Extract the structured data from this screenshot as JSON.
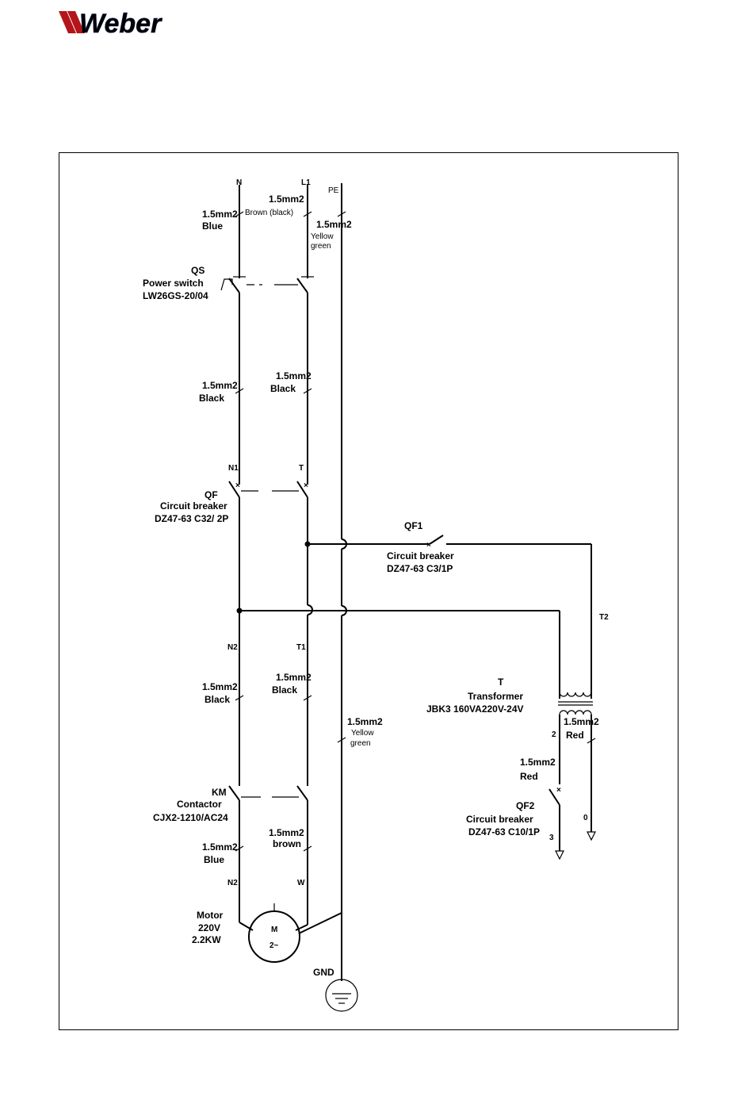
{
  "brand": {
    "name": "Weber"
  },
  "diagram": {
    "terminals": {
      "n": "N",
      "l1": "L1",
      "pe": "PE",
      "n1": "N1",
      "t": "T",
      "n2_top": "N2",
      "t1": "T1",
      "t2": "T2",
      "n2_bottom": "N2",
      "w": "W",
      "num2": "2",
      "num3": "3",
      "num0": "0"
    },
    "wires": {
      "n_in": [
        "1.5mm2",
        "Blue"
      ],
      "l1_in": [
        "1.5mm2",
        "Brown  (black)"
      ],
      "pe_in": [
        "1.5mm2",
        "Yellow",
        "green"
      ],
      "n_qs": [
        "1.5mm2",
        "Black"
      ],
      "l_qs": [
        "1.5mm2",
        "Black"
      ],
      "n_qf": [
        "1.5mm2",
        "Black"
      ],
      "l_qf": [
        "1.5mm2",
        "Black"
      ],
      "pe_mid": [
        "1.5mm2",
        "Yellow",
        "green"
      ],
      "tr_out": [
        "1.5mm2",
        "Red"
      ],
      "qf2_in": [
        "1.5mm2",
        "Red"
      ],
      "km_w": [
        "1.5mm2",
        "brown"
      ],
      "km_n": [
        "1.5mm2",
        "Blue"
      ]
    },
    "components": {
      "qs": [
        "QS",
        "Power switch",
        "LW26GS-20/04"
      ],
      "qf": [
        "QF",
        "Circuit breaker",
        "DZ47-63 C32/ 2P"
      ],
      "qf1": [
        "QF1",
        "Circuit breaker",
        "DZ47-63 C3/1P"
      ],
      "transformer": [
        "T",
        "Transformer",
        "JBK3 160VA220V-24V"
      ],
      "qf2": [
        "QF2",
        "Circuit breaker",
        "DZ47-63 C10/1P"
      ],
      "km": [
        "KM",
        "Contactor",
        "CJX2-1210/AC24"
      ],
      "motor": [
        "Motor",
        "220V",
        "2.2KW"
      ],
      "motor_symbol": [
        "M",
        "2~"
      ],
      "gnd": "GND"
    }
  }
}
